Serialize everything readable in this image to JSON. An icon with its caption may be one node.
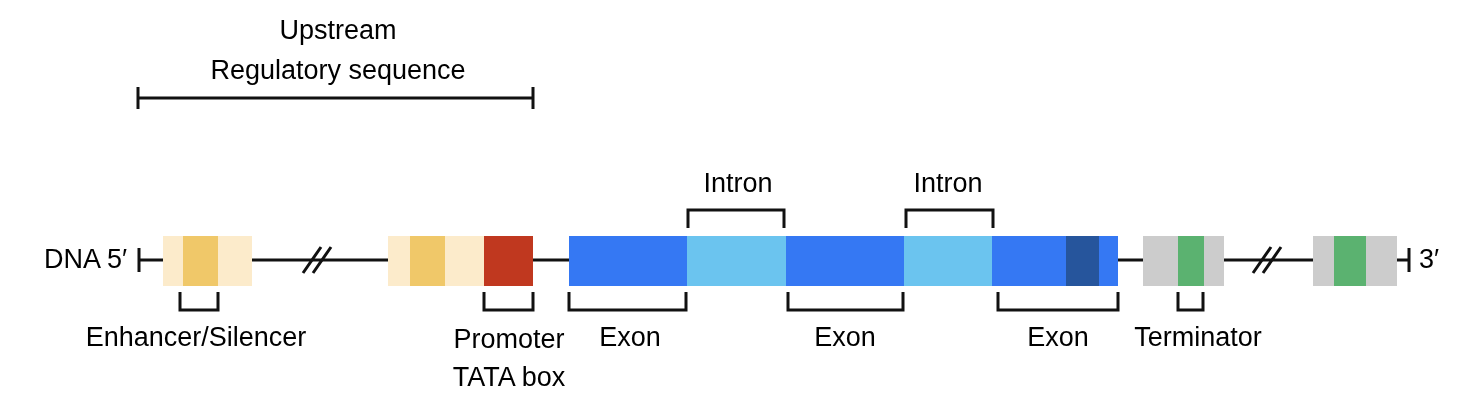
{
  "diagram": {
    "labels": [
      "Upstream Regulatory sequence",
      "Intron",
      "Intron",
      "DNA 5′",
      "3′",
      "Enhancer/Silencer",
      "Promoter TATA box",
      "Exon",
      "Exon",
      "Exon",
      "Terminator"
    ]
  }
}
